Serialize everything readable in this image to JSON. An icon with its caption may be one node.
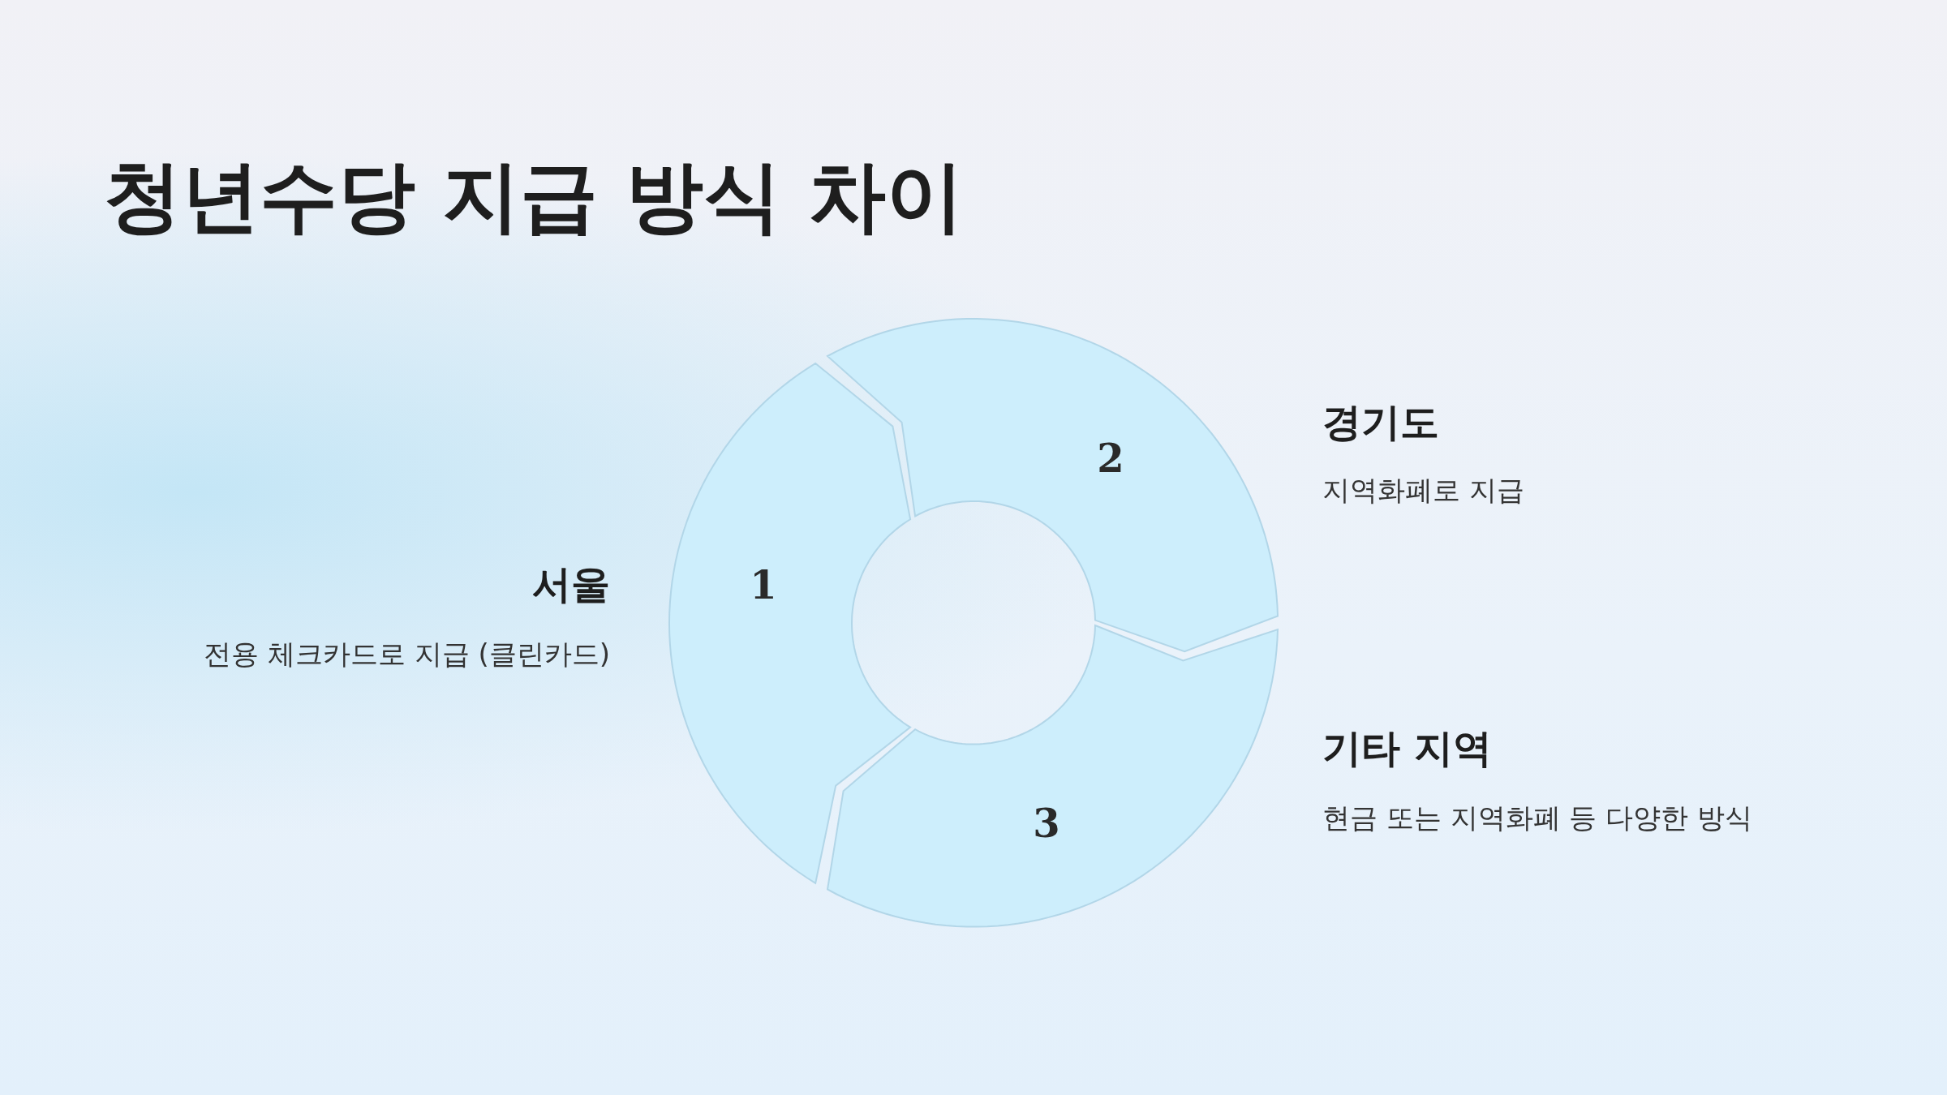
{
  "diagram": {
    "title": "청년수당 지급 방식 차이",
    "nodes": [
      {
        "text": [
          "1"
        ],
        "beside": [
          "서울",
          "전용 체크카드로 지급 (클린카드)"
        ]
      },
      {
        "text": [
          "2"
        ],
        "beside": [
          "경기도",
          "지역화폐로 지급"
        ]
      },
      {
        "text": [
          "3"
        ],
        "beside": [
          "기타 지역",
          "현금 또는 지역화폐 등 다양한 방식"
        ]
      }
    ]
  }
}
